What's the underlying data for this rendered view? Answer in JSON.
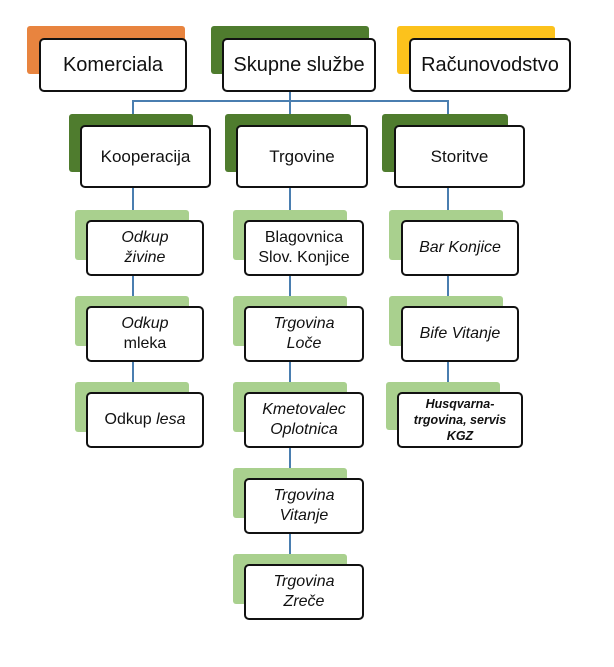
{
  "colors": {
    "orange_tab": "#e8843f",
    "dark_green_tab": "#4f7c2e",
    "yellow_tab": "#fcc21c",
    "light_green_tab": "#a9d08e",
    "connector": "#4a7eb0",
    "box_border": "#111111"
  },
  "top": {
    "komerciala": "Komerciala",
    "skupne_sluzbe": "Skupne službe",
    "racunovodstvo": "Računovodstvo"
  },
  "mid": {
    "kooperacija": "Kooperacija",
    "trgovine": "Trgovine",
    "storitve": "Storitve"
  },
  "kooperacija": {
    "odkup_zivine": [
      "Odkup",
      "živine"
    ],
    "odkup_mleka": [
      "Odkup",
      "mleka"
    ],
    "odkup_lesa": [
      "Odkup ",
      "lesa"
    ]
  },
  "trgovine": {
    "blagovnica": [
      "Blagovnica",
      "Slov. Konjice"
    ],
    "trgovina_loce": [
      "Trgovina",
      "Loče"
    ],
    "kmetovalec": [
      "Kmetovalec",
      "Oplotnica"
    ],
    "trgovina_vitanje": [
      "Trgovina",
      "Vitanje"
    ],
    "trgovina_zrece": [
      "Trgovina",
      "Zreče"
    ]
  },
  "storitve": {
    "bar_konjice": "Bar Konjice",
    "bife_vitanje": "Bife Vitanje",
    "husqvarna": [
      "Husqvarna-",
      "trgovina, servis",
      "KGZ"
    ]
  }
}
